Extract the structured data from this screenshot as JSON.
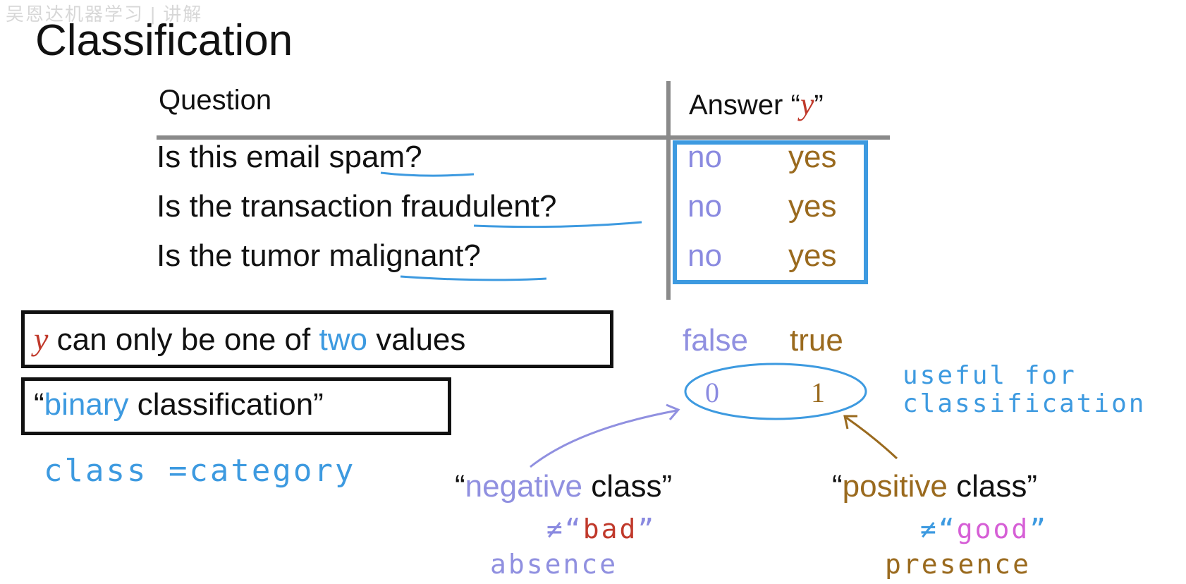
{
  "watermark": "吴恩达机器学习 | 讲解",
  "title": "Classification",
  "table": {
    "col_question": "Question",
    "col_answer_prefix": "Answer “",
    "col_answer_var": "y",
    "col_answer_suffix": "”",
    "rows": [
      {
        "pre": "Is this email ",
        "key": "spam",
        "post": "?",
        "no": "no",
        "yes": "yes"
      },
      {
        "pre": "Is the transaction ",
        "key": "fraudulent",
        "post": "?",
        "no": "no",
        "yes": "yes"
      },
      {
        "pre": "Is the tumor ",
        "key": "malignant",
        "post": "?",
        "no": "no",
        "yes": "yes"
      }
    ]
  },
  "box1": {
    "var": "y",
    "t1": " can only be one of ",
    "highlight": "two",
    "t2": " values"
  },
  "box2": {
    "open": "“",
    "highlight": "binary",
    "rest": " classification”"
  },
  "handnote_class": "class =category",
  "values": {
    "false_label": "false",
    "true_label": "true",
    "zero": "0",
    "one": "1"
  },
  "handnote_useful": [
    "useful for",
    "classification"
  ],
  "negative": {
    "open": "“",
    "word": "negative",
    "rest": " class”",
    "neq": "≠“",
    "bad": "bad",
    "close": "”",
    "absence": "absence"
  },
  "positive": {
    "open": "“",
    "word": "positive",
    "rest": " class”",
    "neq": "≠“",
    "good": "good",
    "close": "”",
    "presence": "presence"
  },
  "colors": {
    "blue": "#3d9ae0",
    "purple": "#8a8ae0",
    "brown": "#9a6a1e",
    "red": "#c0392b",
    "pink": "#d65fd6"
  }
}
